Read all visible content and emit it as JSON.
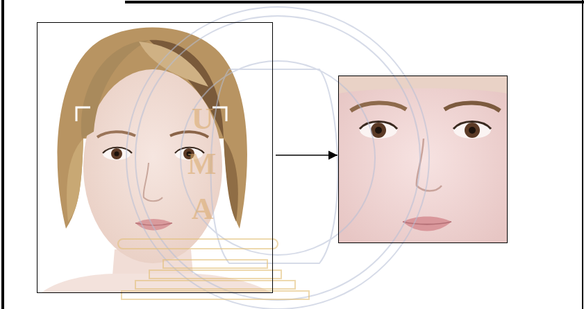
{
  "diagram": {
    "nodes": [
      {
        "text": []
      },
      {
        "text": []
      }
    ],
    "edges": [
      {
        "from": 0,
        "to": 1,
        "arrow": "to"
      }
    ],
    "labels": [
      "U",
      "M",
      "A"
    ]
  }
}
